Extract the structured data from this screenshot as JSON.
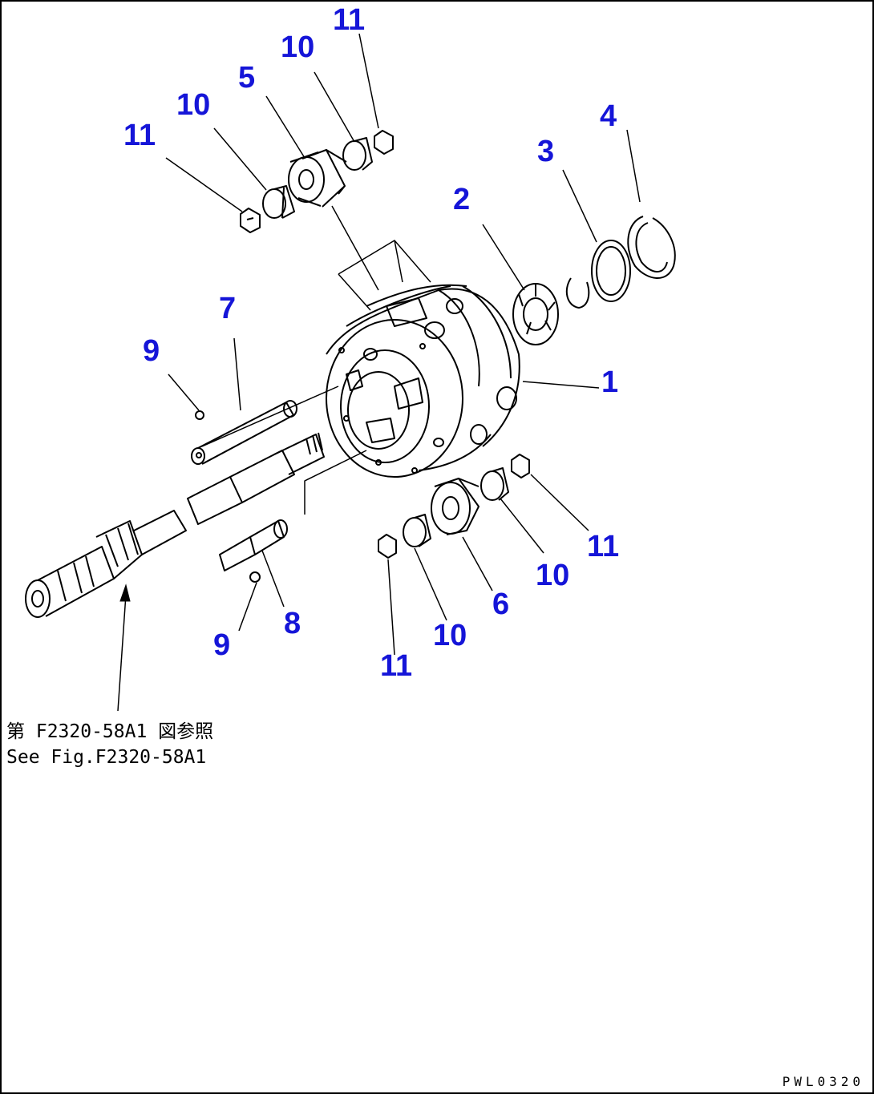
{
  "diagram": {
    "line_color": "#000000",
    "callout_color": "#1515d8",
    "callouts": [
      "11",
      "10",
      "5",
      "10",
      "11",
      "4",
      "3",
      "2",
      "7",
      "9",
      "1",
      "11",
      "10",
      "6",
      "10",
      "11",
      "8",
      "9"
    ],
    "note_japanese": "第 F2320-58A1 図参照",
    "note_english": "See Fig.F2320-58A1",
    "drawing_code": "PWL0320"
  }
}
